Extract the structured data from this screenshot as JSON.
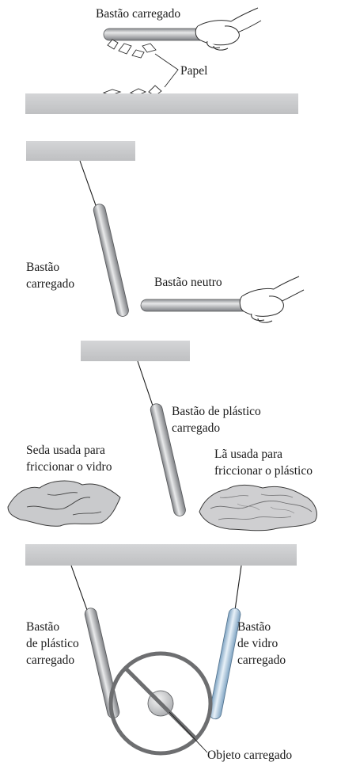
{
  "panel_a": {
    "charged_rod_label": "Bastão carregado",
    "paper_label": "Papel"
  },
  "panel_b": {
    "charged_rod_label_line1": "Bastão",
    "charged_rod_label_line2": "carregado",
    "neutral_rod_label": "Bastão neutro"
  },
  "panel_c": {
    "plastic_rod_label_line1": "Bastão de plástico",
    "plastic_rod_label_line2": "carregado",
    "silk_label_line1": "Seda usada para",
    "silk_label_line2": "friccionar o vidro",
    "wool_label_line1": "Lã usada para",
    "wool_label_line2": "friccionar o plástico"
  },
  "panel_d": {
    "plastic_rod_label_line1": "Bastão",
    "plastic_rod_label_line2": "de plástico",
    "plastic_rod_label_line3": "carregado",
    "glass_rod_label_line1": "Bastão",
    "glass_rod_label_line2": "de vidro",
    "glass_rod_label_line3": "carregado",
    "object_label": "Objeto carregado"
  },
  "colors": {
    "ceiling": "#c7c8ca",
    "rod_gray": "#b9bbbe",
    "rod_glass": "#bcd6ea",
    "prohibition": "#6d6e70"
  }
}
